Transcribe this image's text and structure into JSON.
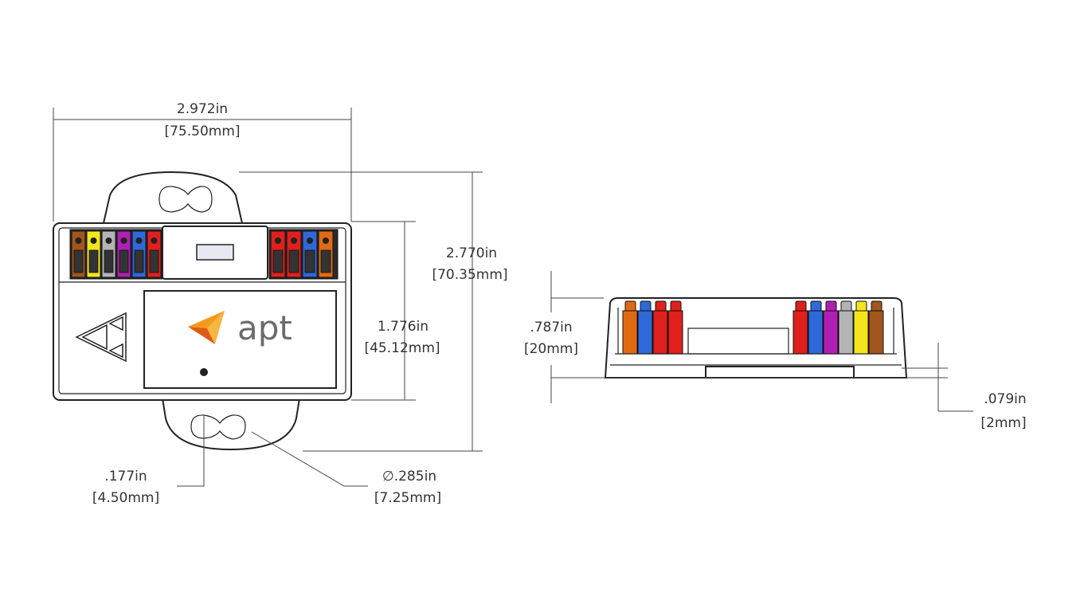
{
  "dimensions": {
    "overall_width": {
      "imperial": "2.972in",
      "metric": "[75.50mm]"
    },
    "overall_height": {
      "imperial": "2.770in",
      "metric": "[70.35mm]"
    },
    "body_height": {
      "imperial": "1.776in",
      "metric": "[45.12mm]"
    },
    "hole_offset": {
      "imperial": ".177in",
      "metric": "[4.50mm]"
    },
    "hole_diameter": {
      "imperial": "∅.285in",
      "metric": "[7.25mm]"
    },
    "side_height": {
      "imperial": ".787in",
      "metric": "[20mm]"
    },
    "foot_height": {
      "imperial": ".079in",
      "metric": "[2mm]"
    }
  },
  "label": {
    "brand": "apt"
  },
  "colors": {
    "brown": "#a0561c",
    "yellow": "#f3e51a",
    "gray": "#b4b4b4",
    "purple": "#b01fb3",
    "blue": "#2f68d8",
    "red": "#e0201c",
    "orange": "#e06a12",
    "logo_light": "#f39a1c",
    "logo_dark": "#e05a14"
  },
  "connectors": {
    "front_left": [
      "brown",
      "yellow",
      "gray",
      "purple",
      "blue",
      "red"
    ],
    "front_right": [
      "red",
      "red",
      "blue",
      "orange"
    ],
    "side_left": [
      "orange",
      "blue",
      "red",
      "red"
    ],
    "side_right": [
      "red",
      "blue",
      "purple",
      "gray",
      "yellow",
      "brown"
    ]
  }
}
